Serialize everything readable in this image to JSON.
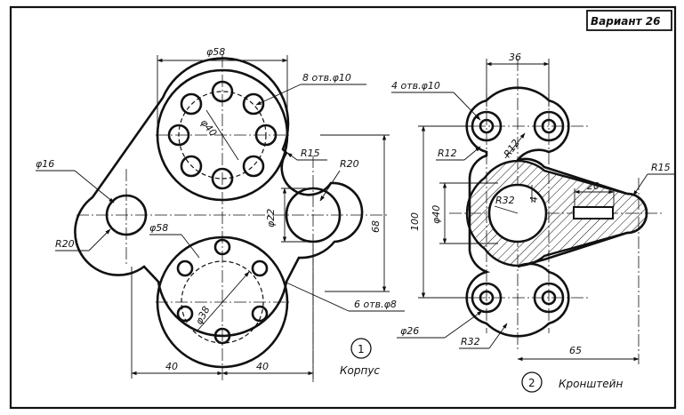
{
  "sheet": {
    "variant_label": "Вариант 26"
  },
  "part1": {
    "number": "1",
    "name": "Корпус",
    "dims": {
      "d58_top": "φ58",
      "holes_top": "8 отв.φ10",
      "d40": "φ40",
      "r15": "R15",
      "r20_right": "R20",
      "d16": "φ16",
      "r20_left": "R20",
      "d22": "φ22",
      "h68": "68",
      "d58_bottom": "φ58",
      "d38": "φ38",
      "holes_bottom": "6 отв.φ8",
      "w40_left": "40",
      "w40_right": "40"
    }
  },
  "part2": {
    "number": "2",
    "name": "Кронштейн",
    "dims": {
      "w36": "36",
      "holes": "4 отв.φ10",
      "r12_a": "R12",
      "r12_b": "R12",
      "d40": "φ40",
      "h100": "100",
      "r32_inner": "R32",
      "slot_depth": "4",
      "slot_len": "20",
      "r15": "R15",
      "d26": "φ26",
      "r32_outer": "R32",
      "w65": "65"
    }
  }
}
